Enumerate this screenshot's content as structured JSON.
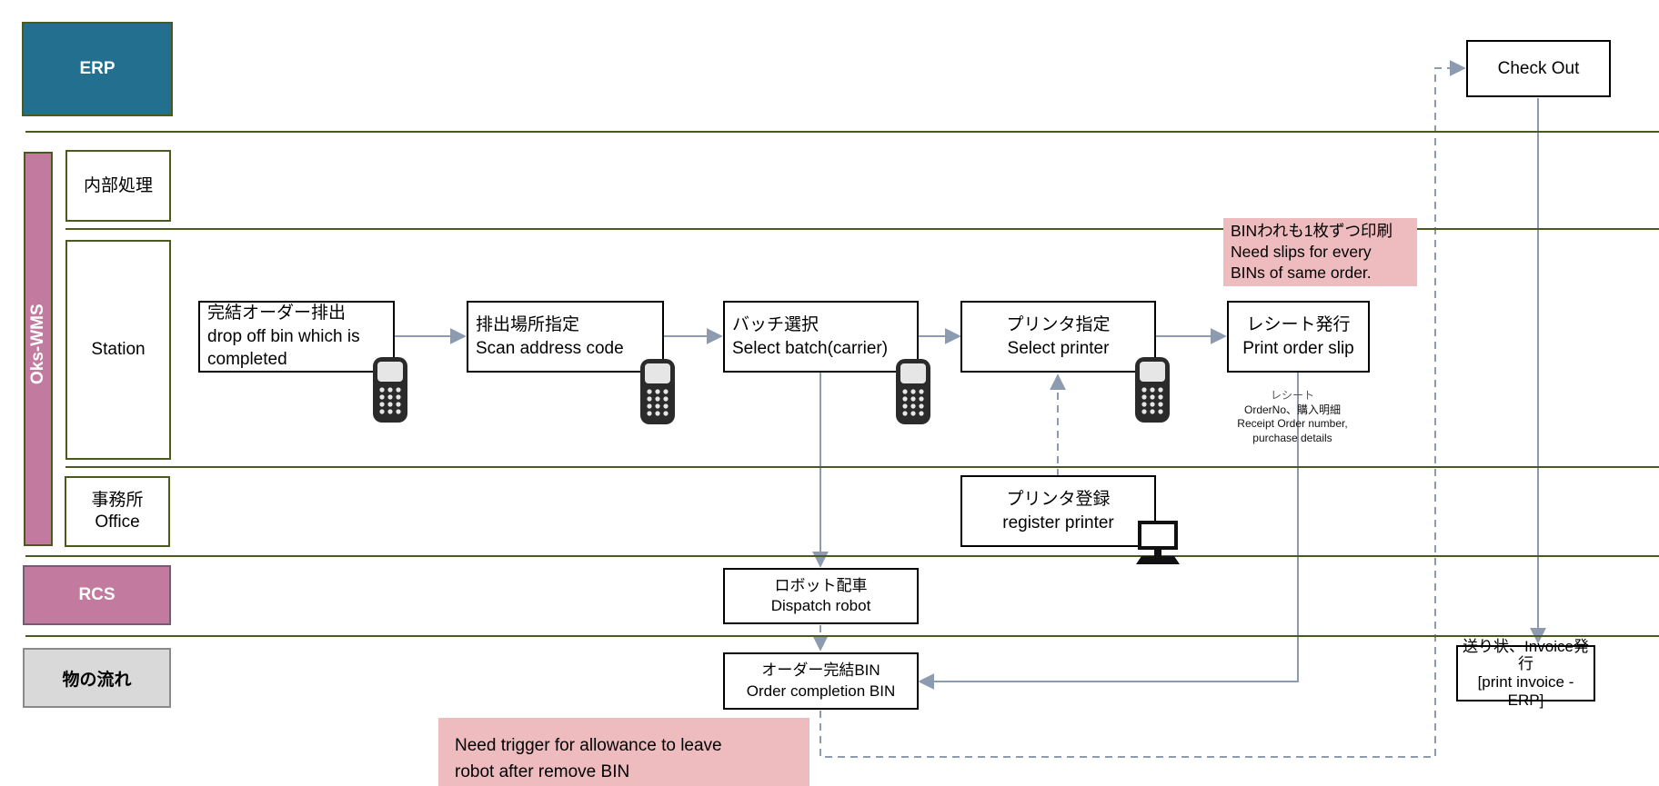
{
  "lanes": {
    "erp": "ERP",
    "oks_wms": "Oks-WMS",
    "internal": "内部処理",
    "station": "Station",
    "office_jp": "事務所",
    "office_en": "Office",
    "rcs": "RCS",
    "goods_flow": "物の流れ"
  },
  "steps": {
    "dropoff_jp": "完結オーダー排出",
    "dropoff_en1": "drop off bin which is",
    "dropoff_en2": "completed",
    "scan_jp": "排出場所指定",
    "scan_en": "Scan address code",
    "batch_jp": "バッチ選択",
    "batch_en": "Select batch(carrier)",
    "printer_jp": "プリンタ指定",
    "printer_en": "Select printer",
    "slip_jp": "レシート発行",
    "slip_en": "Print order slip",
    "register_jp": "プリンタ登録",
    "register_en": "register printer",
    "robot_jp": "ロボット配車",
    "robot_en": "Dispatch robot",
    "bin_jp": "オーダー完結BIN",
    "bin_en": "Order completion BIN",
    "checkout": "Check Out",
    "invoice_1": "送り状、Invoice発",
    "invoice_2": "行",
    "invoice_3": "[print invoice - ERP]"
  },
  "notes": {
    "slips_1": "BINわれも1枚ずつ印刷",
    "slips_2": "Need slips for every",
    "slips_3": "BINs of same order.",
    "trigger_1": "Need trigger for allowance to leave",
    "trigger_2": "robot after remove BIN"
  },
  "receipt_label": {
    "line1": "レシート",
    "line2": "OrderNo、購入明細",
    "line3": "Receipt Order number,",
    "line4": "purchase details"
  },
  "colors": {
    "erp": "#236f8f",
    "wms": "#c27b9f",
    "rcs": "#c27b9f",
    "goods": "#d9d9d9",
    "lane_border": "#4a5a1e",
    "arrow": "#8c9bb0",
    "note": "#eebcbf"
  }
}
